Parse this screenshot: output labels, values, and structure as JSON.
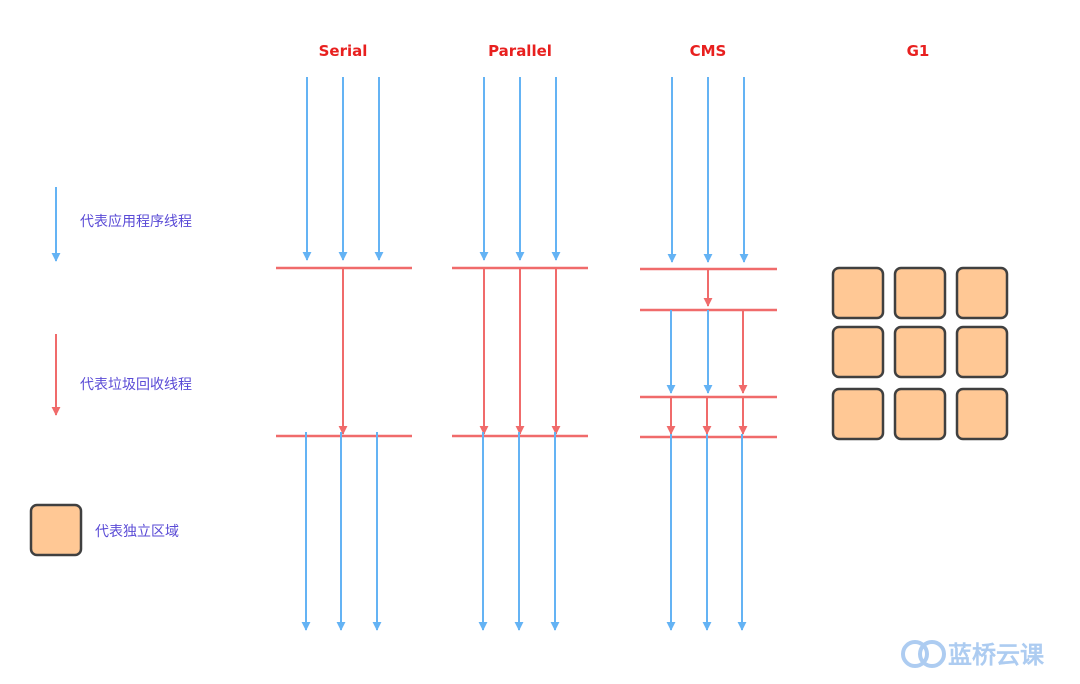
{
  "colors": {
    "app_thread": "#64b3f4",
    "gc_thread": "#f06b6b",
    "title": "#e8201f",
    "legend_text": "#5a4bd6",
    "region_fill": "#ffc895",
    "region_stroke": "#404040",
    "watermark": "#9fc4ef"
  },
  "columns": {
    "serial": {
      "title": "Serial"
    },
    "parallel": {
      "title": "Parallel"
    },
    "cms": {
      "title": "CMS"
    },
    "g1": {
      "title": "G1"
    }
  },
  "legend": {
    "app_thread": "代表应用程序线程",
    "gc_thread": "代表垃圾回收线程",
    "region": "代表独立区域"
  },
  "watermark": {
    "text": "蓝桥云课",
    "logo": "cloud-logo-icon"
  }
}
